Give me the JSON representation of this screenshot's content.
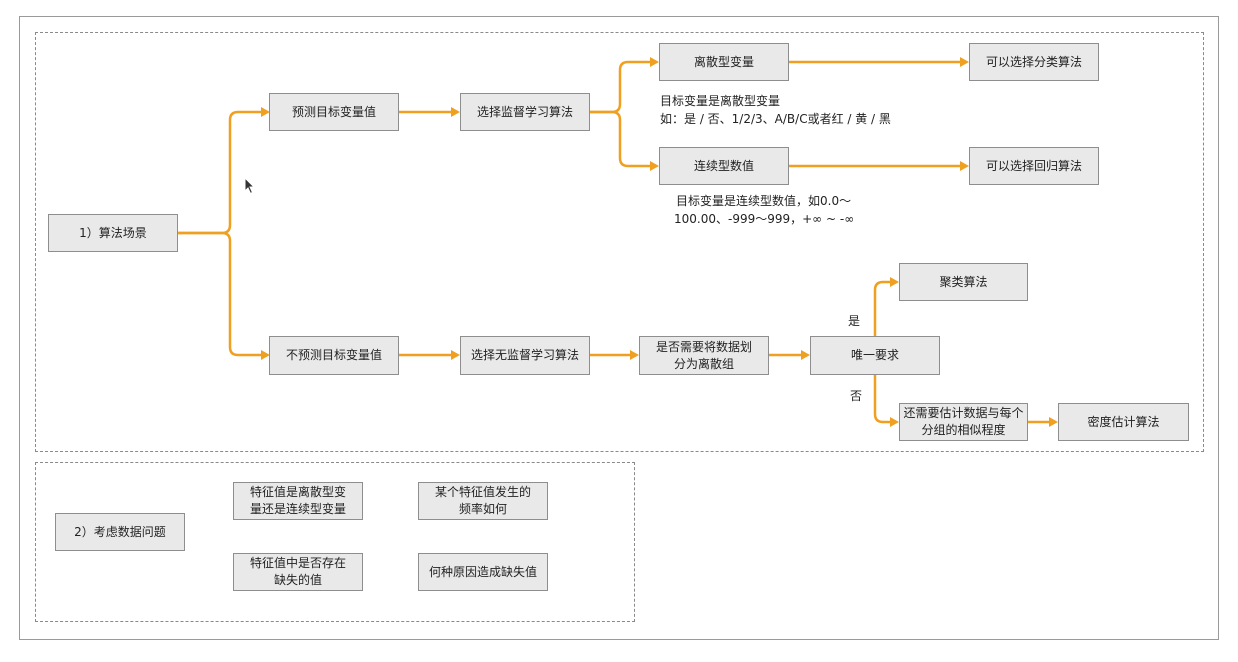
{
  "nodes": {
    "scene": "1）算法场景",
    "predict": "预测目标变量值",
    "no_predict": "不预测目标变量值",
    "supervised": "选择监督学习算法",
    "unsupervised": "选择无监督学习算法",
    "discrete": "离散型变量",
    "continuous": "连续型数值",
    "classification": "可以选择分类算法",
    "regression": "可以选择回归算法",
    "split_groups": "是否需要将数据划分为离散组",
    "unique_req": "唯一要求",
    "clustering": "聚类算法",
    "similarity": "还需要估计数据与每个分组的相似程度",
    "density": "密度估计算法",
    "consider": "2）考虑数据问题",
    "feature_type": "特征值是离散型变量还是连续型变量",
    "feature_freq": "某个特征值发生的频率如何",
    "feature_missing": "特征值中是否存在缺失的值",
    "missing_reason": "何种原因造成缺失值"
  },
  "labels": {
    "discrete_note_1": "目标变量是离散型变量",
    "discrete_note_2": "如：是 / 否、1/2/3、A/B/C或者红 / 黄 / 黑",
    "continuous_note_1": "目标变量是连续型数值，如0.0～",
    "continuous_note_2": "100.00、-999～999，+∞ ~ -∞",
    "yes": "是",
    "no": "否"
  },
  "colors": {
    "edge": "#f0a020",
    "node_fill": "#e9e9e9",
    "node_border": "#8e8e8e"
  }
}
